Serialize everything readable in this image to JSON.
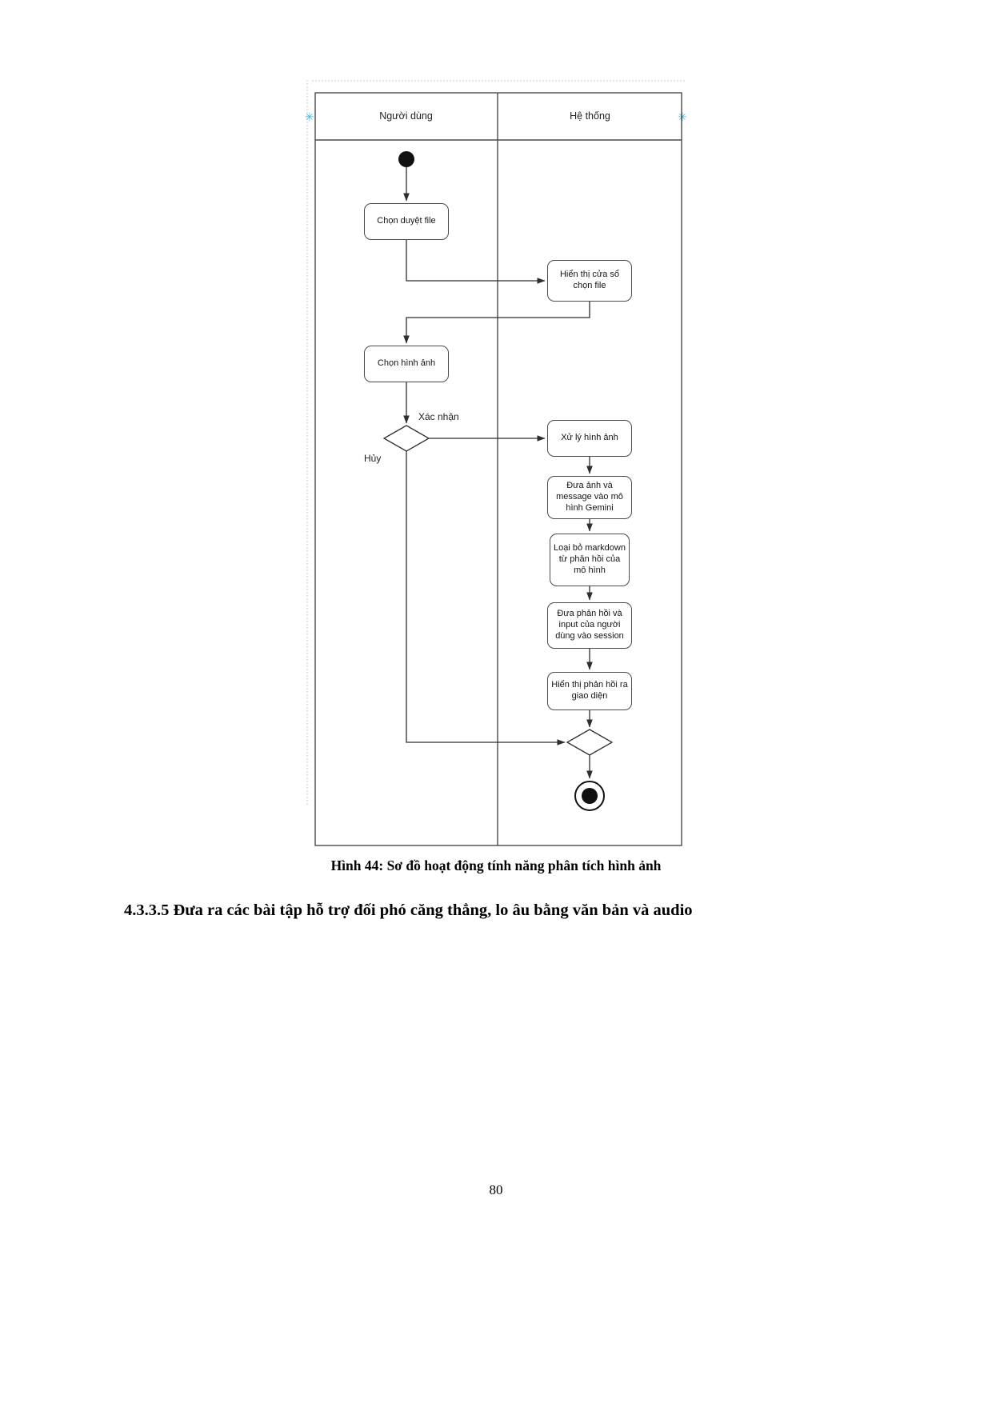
{
  "diagram": {
    "lanes": [
      {
        "label": "Người dùng"
      },
      {
        "label": "Hệ thống"
      }
    ],
    "nodes": {
      "chon_duyet_file": "Chọn duyệt file",
      "hien_thi_cua_so": "Hiển thị cửa sổ chọn file",
      "chon_hinh_anh": "Chọn hình ảnh",
      "xu_ly_hinh_anh": "Xử lý hình ảnh",
      "dua_anh_message": "Đưa ảnh và message vào mô hình Gemini",
      "loai_bo_markdown": "Loại bỏ markdown từ phản hồi của mô hình",
      "dua_phan_hoi_session": "Đưa phản hồi và input của người dùng vào session",
      "hien_thi_phan_hoi": "Hiển thị phản hồi ra giao diện"
    },
    "edge_labels": {
      "confirm": "Xác nhận",
      "cancel": "Hủy"
    },
    "accent_handle_color": "#3db7e8"
  },
  "document": {
    "caption": "Hình 44: Sơ đồ hoạt động tính năng phân tích hình ảnh",
    "heading": "4.3.3.5 Đưa ra các bài tập hỗ trợ đối phó căng thẳng, lo âu bằng văn bản và audio",
    "page_number": "80"
  }
}
